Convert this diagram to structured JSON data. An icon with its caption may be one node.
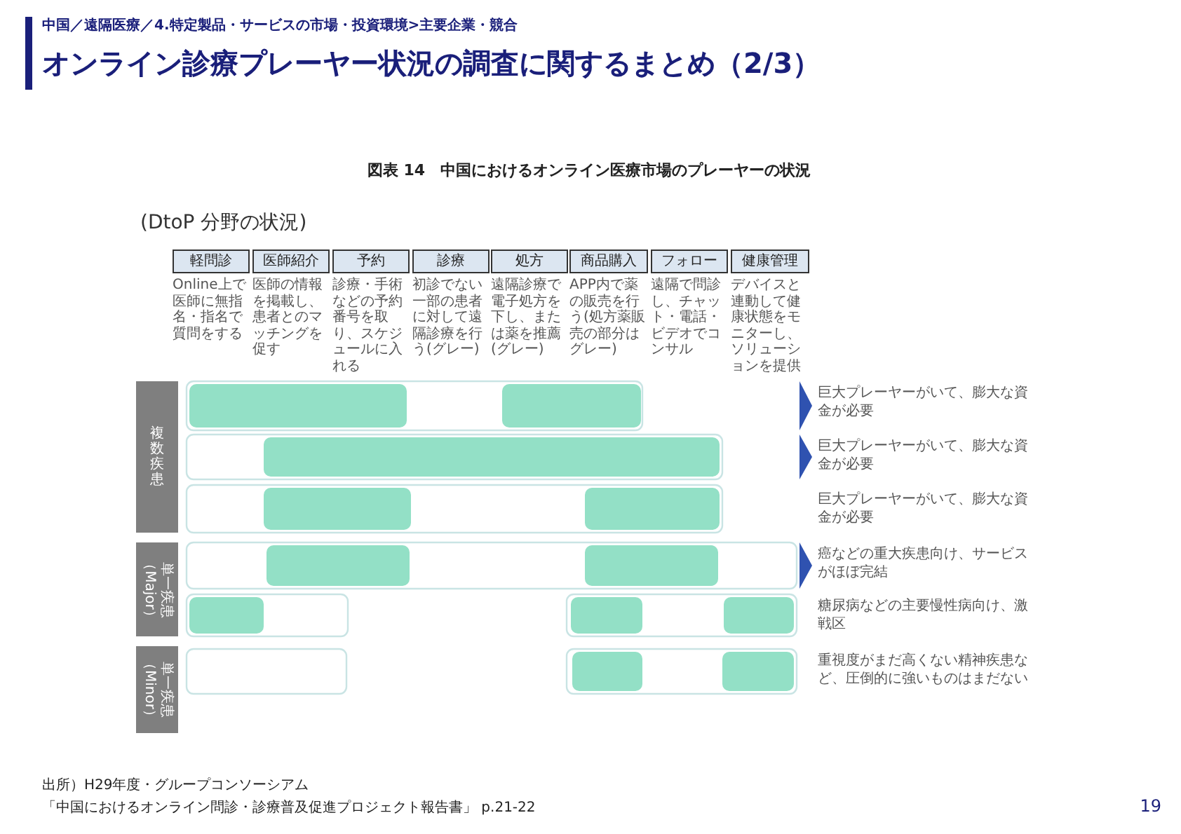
{
  "diagram": {
    "title": "オンライン診療プレーヤー状況の調査に関するまとめ（2/3）",
    "nodes": [
      {
        "text": [
          "軽問診"
        ],
        "beside": [
          "Online上で医師に無指名・指名で質問をする"
        ]
      },
      {
        "text": [
          "医師紹介"
        ],
        "beside": [
          "医師の情報を掲載し、患者とのマッチングを促す"
        ]
      },
      {
        "text": [
          "予約"
        ],
        "beside": [
          "診療・手術などの予約番号を取り、スケジュールに入れる"
        ]
      },
      {
        "text": [
          "診療"
        ],
        "beside": [
          "初診でない一部の患者に対して遠隔診療を行う(グレー)"
        ]
      },
      {
        "text": [
          "処方"
        ],
        "beside": [
          "遠隔診療で電子処方を下し、または薬を推薦(グレー)"
        ]
      },
      {
        "text": [
          "商品購入"
        ],
        "beside": [
          "APP内で薬の販売を行う(処方薬販売の部分はグレー)"
        ]
      },
      {
        "text": [
          "フォロー"
        ],
        "beside": [
          "遠隔で問診し、チャット・電話・ビデオでコンサル"
        ]
      },
      {
        "text": [
          "健康管理"
        ],
        "beside": [
          "デバイスと連動して健康状態をモニターし、ソリューションを提供"
        ]
      },
      {
        "text": [
          "複数疾患"
        ]
      },
      {
        "text": [
          "単一疾患（Major）"
        ]
      },
      {
        "text": [
          "単一疾患（Minor）"
        ]
      }
    ],
    "labels": [
      "中国／遠隔医療／4.特定製品・サービスの市場・投資環境>主要企業・競合",
      "図表 14　中国におけるオンライン医療市場のプレーヤーの状況",
      "(DtoP 分野の状況)",
      "巨大プレーヤーがいて、膨大な資金が必要",
      "巨大プレーヤーがいて、膨大な資金が必要",
      "巨大プレーヤーがいて、膨大な資金が必要",
      "癌などの重大疾患向け、サービスがほぼ完結",
      "糖尿病などの主要慢性病向け、激戦区",
      "重視度がまだ高くない精神疾患など、圧倒的に強いものはまだない",
      "出所）H29年度・グループコンソーシアム",
      "「中国におけるオンライン問診・診療普及促進プロジェクト報告書」 p.21-22",
      "19"
    ]
  }
}
